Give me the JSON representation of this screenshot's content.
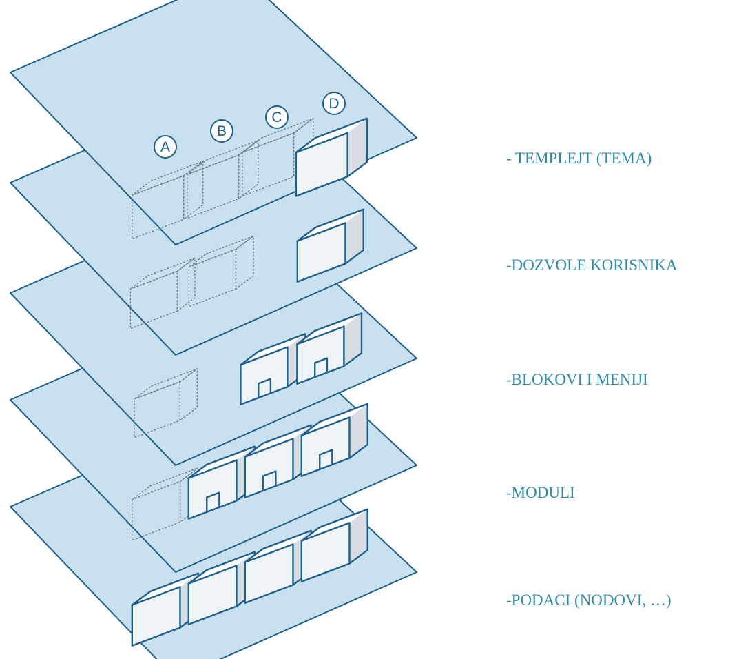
{
  "layers": [
    {
      "id": "template",
      "label": "- TEMPLEJT (TEMA)"
    },
    {
      "id": "permissions",
      "label": "-DOZVOLE KORISNIKA"
    },
    {
      "id": "blocks",
      "label": "-BLOKOVI  I MENIJI"
    },
    {
      "id": "modules",
      "label": "-MODULI"
    },
    {
      "id": "data",
      "label": "-PODACI (NODOVI, …)"
    }
  ],
  "markers": [
    "A",
    "B",
    "C",
    "D"
  ],
  "colors": {
    "plane_fill": "#c9e1ef",
    "outline": "#1e5f8c",
    "label_text": "#2e8aa5",
    "cube_face": "#ffffff"
  }
}
